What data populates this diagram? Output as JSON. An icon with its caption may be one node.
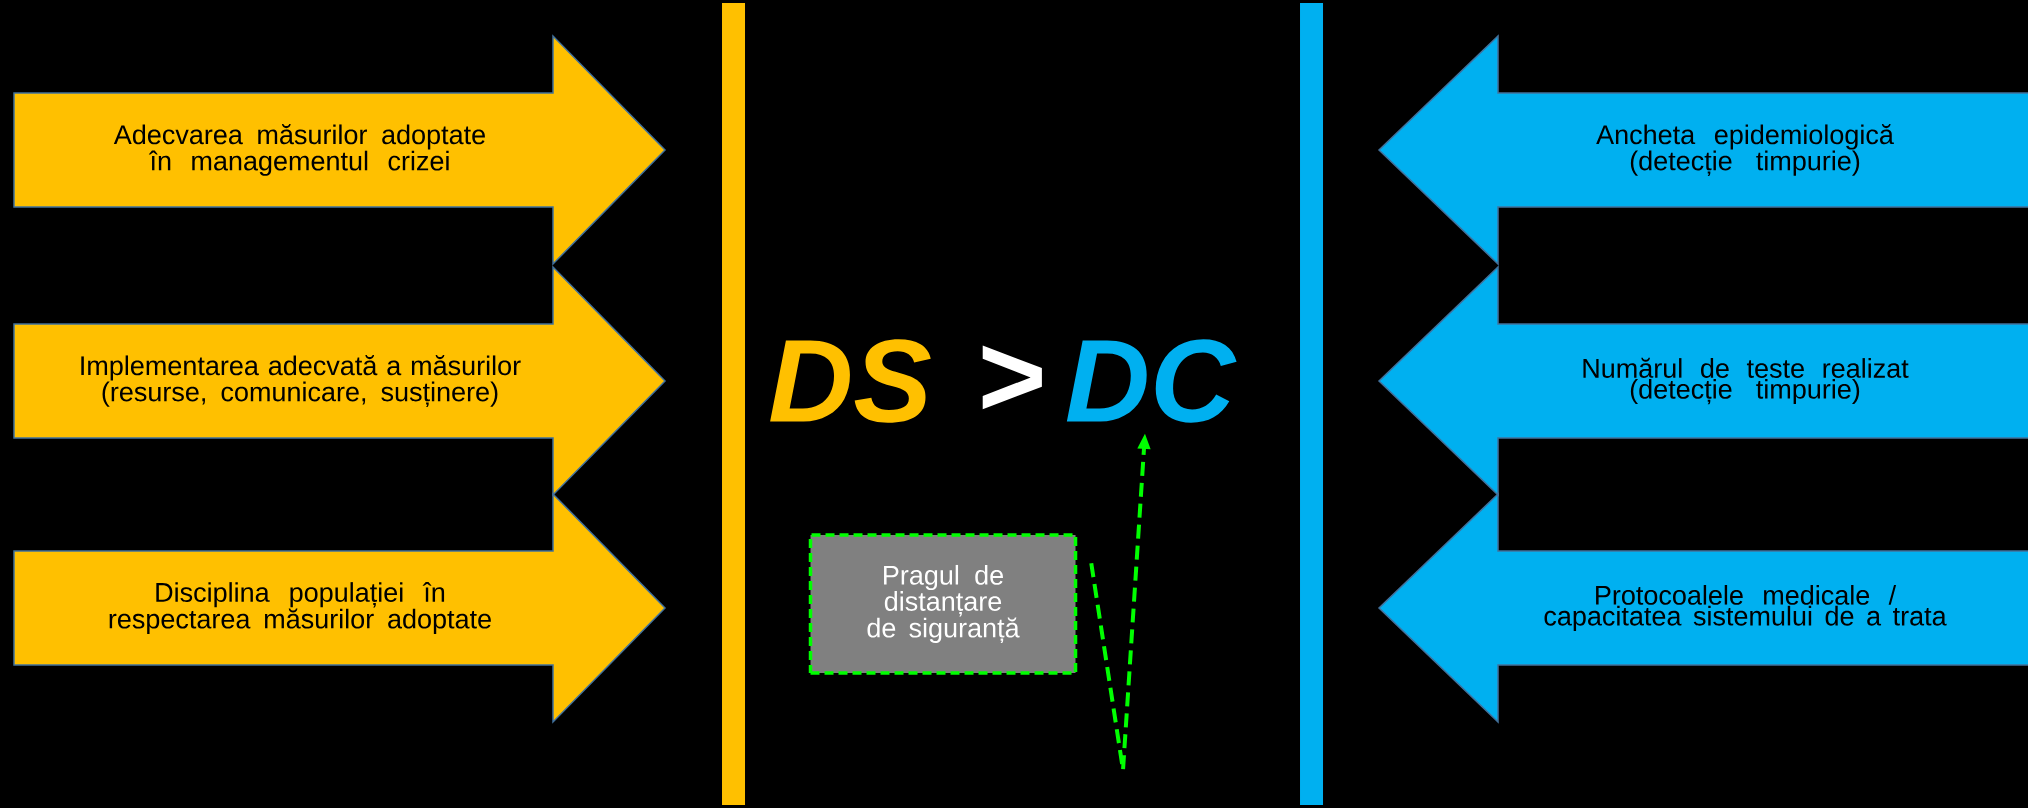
{
  "diagram": {
    "nodes": [
      {
        "text": [
          "Adecvarea măsurilor adoptate în managementul crizei"
        ]
      },
      {
        "text": [
          "Implementarea adecvată a măsurilor (resurse, comunicare, susținere)"
        ]
      },
      {
        "text": [
          "Disciplina populației în respectarea măsurilor adoptate"
        ]
      },
      {
        "text": [
          "Ancheta epidemiologică (detecție timpurie)"
        ]
      },
      {
        "text": [
          "Numărul  de teste realizat (detecție timpurie)"
        ]
      },
      {
        "text": [
          "Protocoalele medicale / capacitatea sistemului de a trata"
        ]
      },
      {
        "text": [
          "Pragul de distanțare  de siguranță"
        ]
      },
      {
        "text": [
          "DC"
        ]
      },
      {
        "text": [],
        "shape": "bar"
      },
      {
        "text": [],
        "shape": "bar"
      }
    ],
    "edges": [
      {
        "from": 6,
        "to": 7,
        "arrow": "to",
        "style": "dashed",
        "color": "#00ff00"
      }
    ],
    "labels": [
      "DS",
      ">"
    ]
  }
}
